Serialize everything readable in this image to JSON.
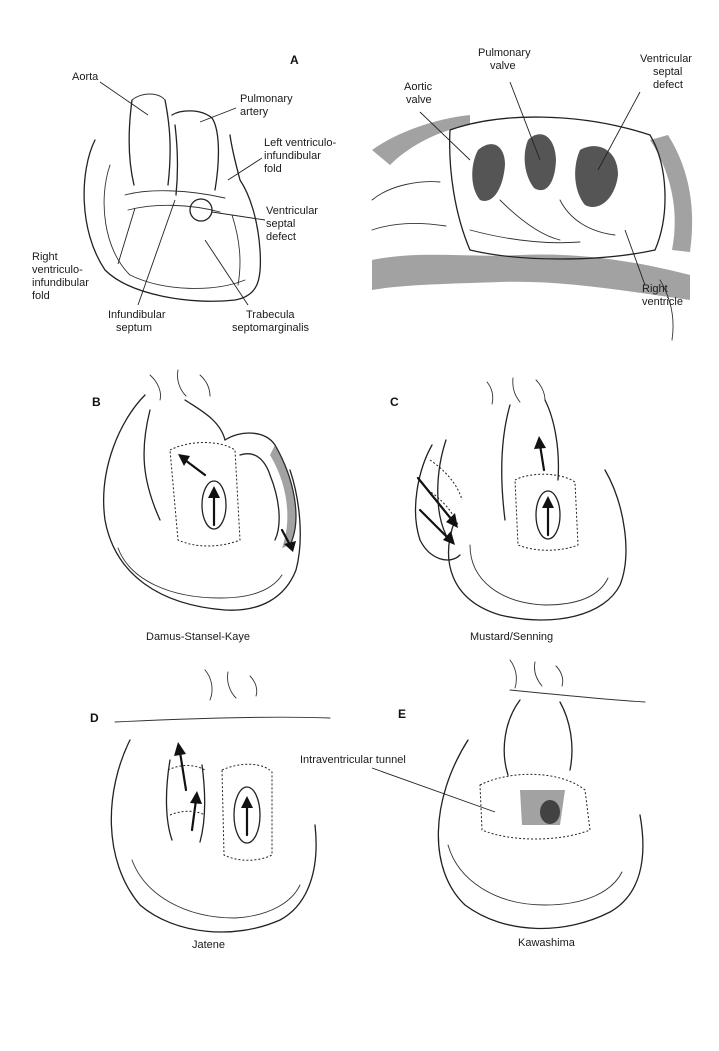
{
  "panels": {
    "A": {
      "letter": "A",
      "left_labels": {
        "aorta": "Aorta",
        "pulmonary_artery": [
          "Pulmonary",
          "artery"
        ],
        "left_ventriculo_infundibular_fold": [
          "Left ventriculo-",
          "infundibular",
          "fold"
        ],
        "ventricular_septal_defect": [
          "Ventricular",
          "septal",
          "defect"
        ],
        "right_ventriculo_infundibular_fold": [
          "Right",
          "ventriculo-",
          "infundibular",
          "fold"
        ],
        "infundibular_septum": [
          "Infundibular",
          "septum"
        ],
        "trabecula_septomarginalis": [
          "Trabecula",
          "septomarginalis"
        ]
      },
      "right_labels": {
        "aortic_valve": [
          "Aortic",
          "valve"
        ],
        "pulmonary_valve": [
          "Pulmonary",
          "valve"
        ],
        "ventricular_septal_defect": [
          "Ventricular",
          "septal",
          "defect"
        ],
        "right_ventricle": [
          "Right",
          "ventricle"
        ]
      }
    },
    "B": {
      "letter": "B",
      "caption": "Damus-Stansel-Kaye"
    },
    "C": {
      "letter": "C",
      "caption": "Mustard/Senning"
    },
    "D": {
      "letter": "D",
      "caption": "Jatene"
    },
    "E": {
      "letter": "E",
      "caption": "Kawashima",
      "label": "Intraventricular tunnel"
    }
  }
}
